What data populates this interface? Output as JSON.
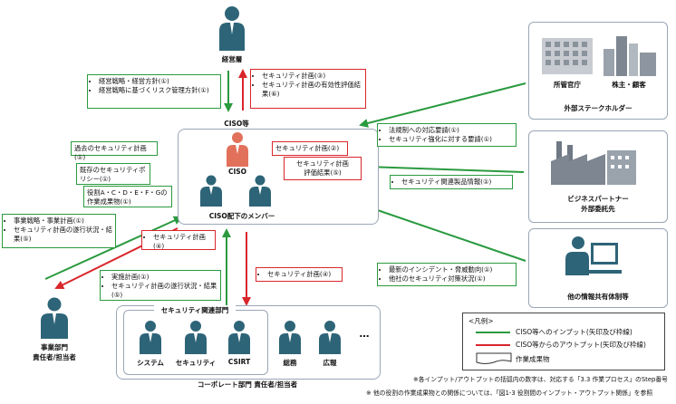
{
  "nodes": {
    "executive": "経営層",
    "ciso_group": "CISO等",
    "ciso": "CISO",
    "ciso_members": "CISO配下のメンバー",
    "business_dept_line1": "事業部門",
    "business_dept_line2": "責任者/担当者",
    "security_dept": "セキュリティ関連部門",
    "system": "システム",
    "security": "セキュリティ",
    "csirt": "CSIRT",
    "general_affairs": "総務",
    "pr": "広報",
    "ellipsis": "…",
    "corporate_dept": "コーポレート部門 責任者/担当者",
    "authority": "所管官庁",
    "shareholders": "株主・顧客",
    "external_stakeholders": "外部ステークホルダー",
    "business_partners_line1": "ビジネスパートナー",
    "business_partners_line2": "外部委託先",
    "info_sharing": "他の情報共有体制等"
  },
  "flows": {
    "exec_to_ciso": [
      "経営戦略・経営方針(①)",
      "経営戦略に基づくリスク管理方針(①)"
    ],
    "ciso_to_exec": [
      "セキュリティ計画(③)",
      "セキュリティ計画の有効性評価結果(⑥)"
    ],
    "stakeholder_to_ciso": [
      "法規制への対応要請(①)",
      "セキュリティ強化に対する要請(①)"
    ],
    "partner_to_ciso": [
      "セキュリティ関連製品情報(①)"
    ],
    "infoshare_to_ciso": [
      "最新のインシデント・脅威動向(①)",
      "他社のセキュリティ対策状況(①)"
    ],
    "business_to_ciso": [
      "事業戦略・事業計画(①)",
      "セキュリティ計画の遂行状況・結果(⑤)"
    ],
    "ciso_to_business": [
      "セキュリティ計画(④)"
    ],
    "corporate_to_ciso": [
      "実施計画(①)",
      "セキュリティ計画の遂行状況・結果(⑤)"
    ],
    "ciso_to_corporate": [
      "セキュリティ計画(④)"
    ]
  },
  "ciso_outputs": {
    "plan": "セキュリティ計画(②)",
    "eval_line1": "セキュリティ計画",
    "eval_line2": "評価結果(⑤)"
  },
  "ciso_inputs": {
    "past_plan": "過去のセキュリティ計画(①)",
    "existing_policy": "既存のセキュリティポリシー(①)",
    "role_outputs": "役割A・C・D・E・F・Gの作業成果物(①)"
  },
  "legend": {
    "title": "<凡例>",
    "input": "CISO等へのインプット(矢印及び枠線)",
    "output": "CISO等からのアウトプット(矢印及び枠線)",
    "work_product": "作業成果物"
  },
  "notes": [
    "※各インプット/アウトプットの括弧内の数字は、対応する「3.3 作業プロセス」のStep番号",
    "※ 他の役割の作業成果物との関係については、「図1-3 役割間のインプット・アウトプット関係」を参照"
  ],
  "colors": {
    "input": "#2a9a3f",
    "output": "#d9262b",
    "person": "#2e6478",
    "ciso_person": "#e2715c"
  }
}
